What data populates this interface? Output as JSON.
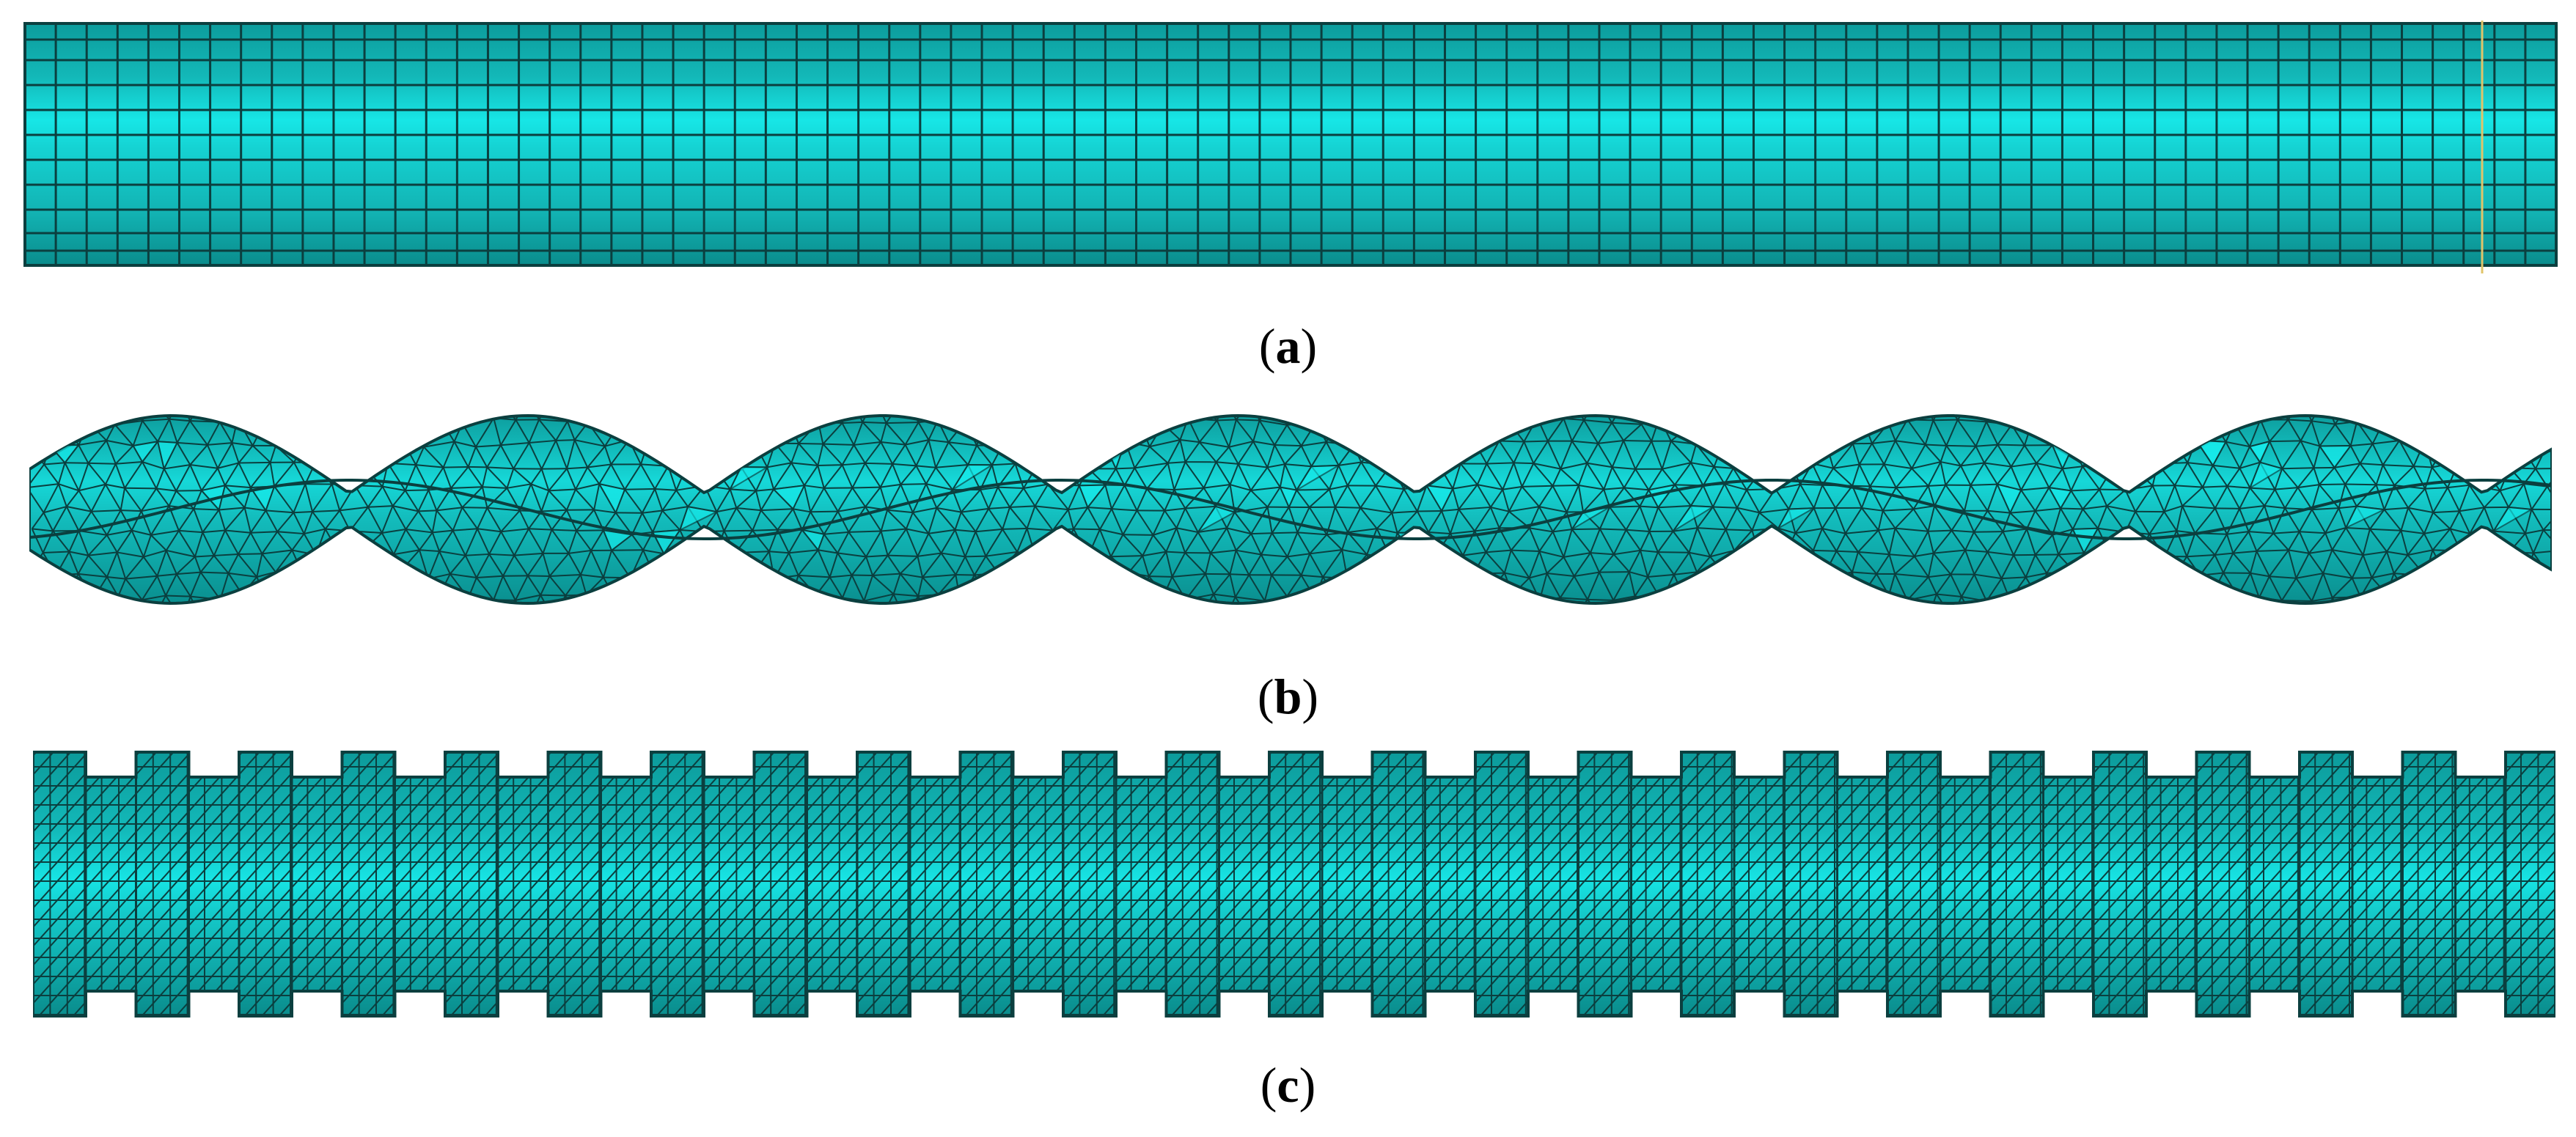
{
  "figure": {
    "panels": [
      {
        "id": "a",
        "caption_open": "(",
        "caption_letter": "a",
        "caption_close": ")",
        "mesh": "structured-quad",
        "surface": "smooth-tube"
      },
      {
        "id": "b",
        "caption_open": "(",
        "caption_letter": "b",
        "caption_close": ")",
        "mesh": "triangular",
        "surface": "twisted-tube"
      },
      {
        "id": "c",
        "caption_open": "(",
        "caption_letter": "c",
        "caption_close": ")",
        "mesh": "triangular",
        "surface": "ribbed-tube"
      }
    ],
    "colors": {
      "mesh_base": "#14b6b6",
      "mesh_highlight": "#16e8e8",
      "mesh_shadow": "#0a8f8f",
      "mesh_lines": "#0b3f3f"
    }
  }
}
